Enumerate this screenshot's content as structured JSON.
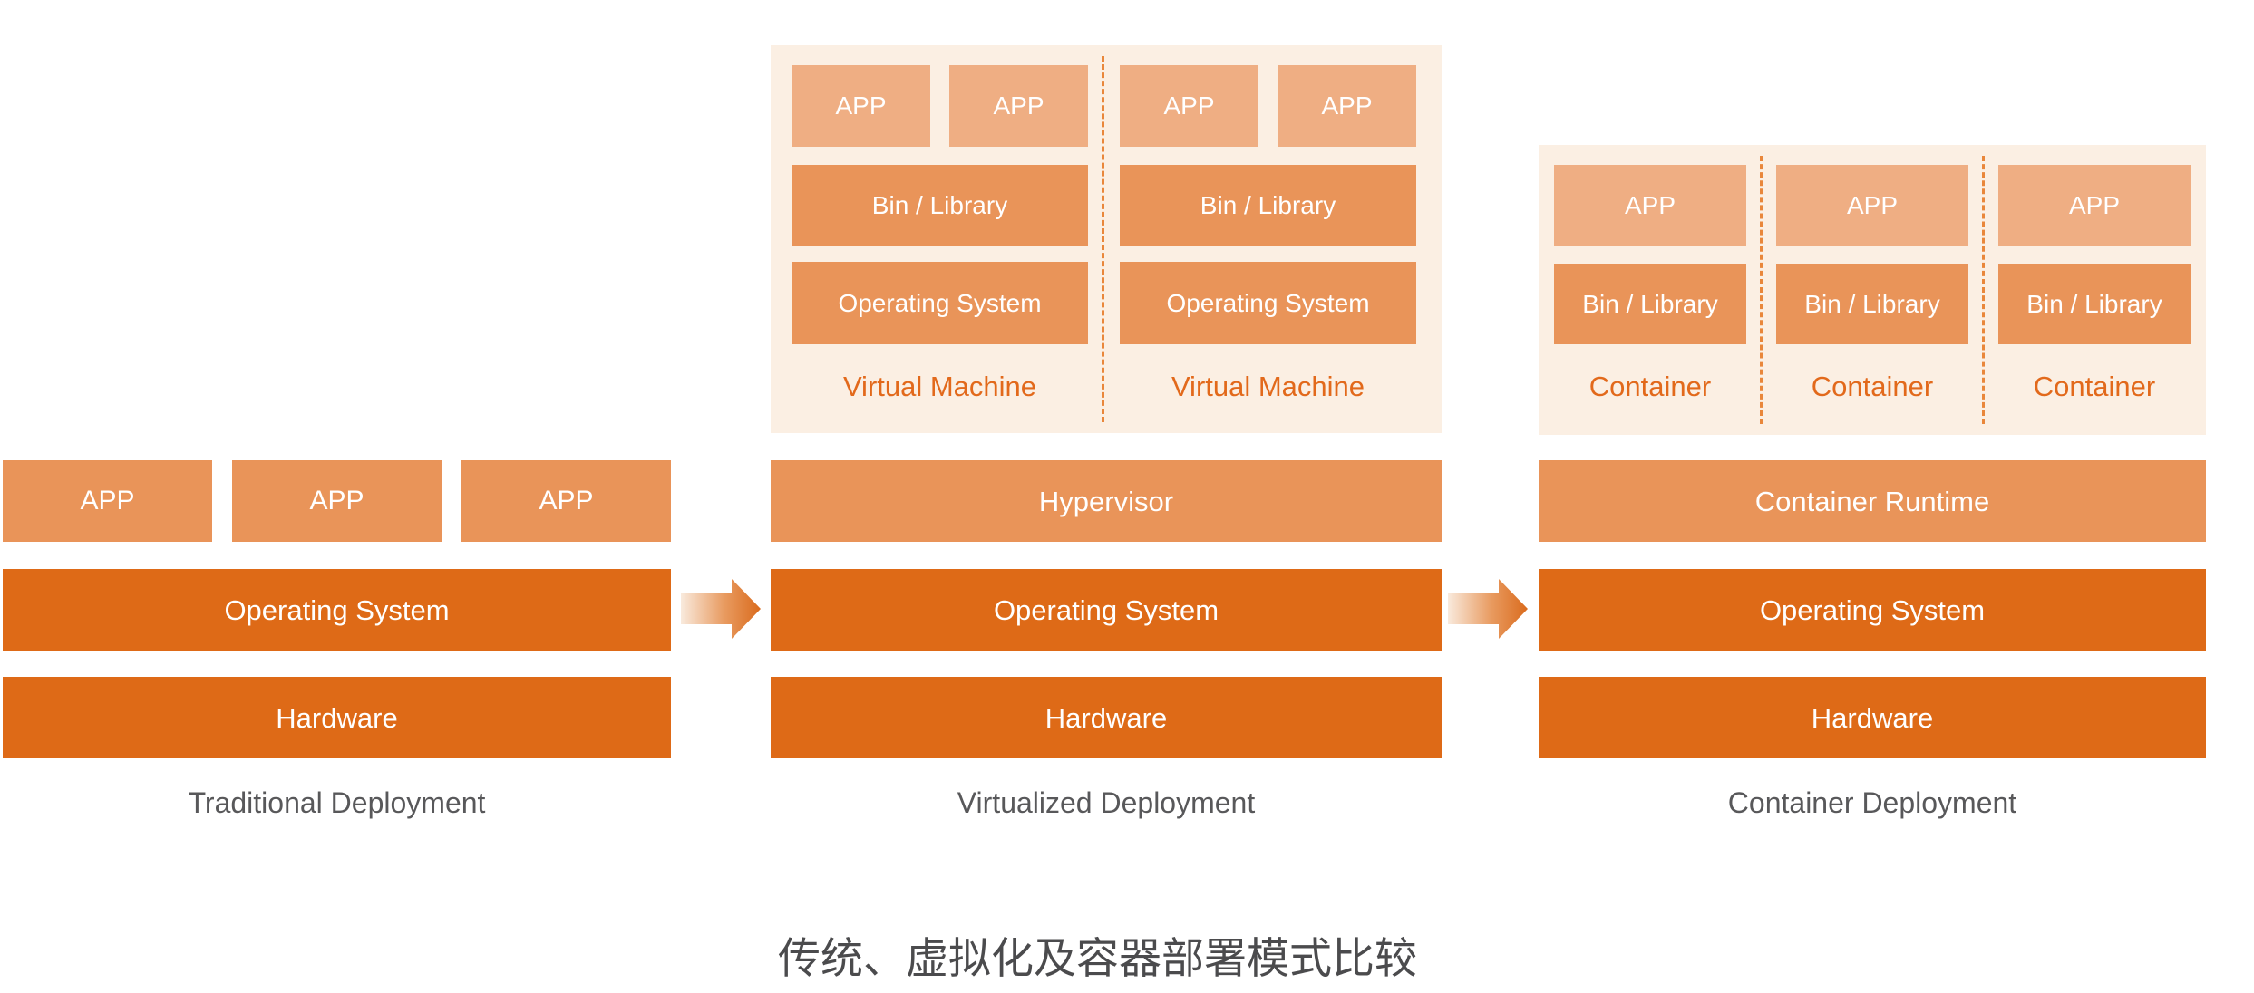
{
  "caption": "传统、虚拟化及容器部署模式比较",
  "colors": {
    "dark": "#DE6A17",
    "medium": "#E99459",
    "light": "#EFAE83",
    "panel": "#FBEFE3",
    "divider": "#E9873B",
    "orange-text": "#E2691B",
    "gray-text": "#58585A",
    "caption": "#4B4B4D"
  },
  "columns": {
    "traditional": {
      "label": "Traditional Deployment",
      "apps": [
        "APP",
        "APP",
        "APP"
      ],
      "os": "Operating System",
      "hardware": "Hardware"
    },
    "virtualized": {
      "label": "Virtualized Deployment",
      "hypervisor": "Hypervisor",
      "os": "Operating System",
      "hardware": "Hardware",
      "vms": [
        {
          "label": "Virtual Machine",
          "apps": [
            "APP",
            "APP"
          ],
          "bin": "Bin / Library",
          "os": "Operating System"
        },
        {
          "label": "Virtual Machine",
          "apps": [
            "APP",
            "APP"
          ],
          "bin": "Bin / Library",
          "os": "Operating System"
        }
      ]
    },
    "container": {
      "label": "Container Deployment",
      "runtime": "Container Runtime",
      "os": "Operating System",
      "hardware": "Hardware",
      "containers": [
        {
          "label": "Container",
          "app": "APP",
          "bin": "Bin / Library"
        },
        {
          "label": "Container",
          "app": "APP",
          "bin": "Bin / Library"
        },
        {
          "label": "Container",
          "app": "APP",
          "bin": "Bin / Library"
        }
      ]
    }
  }
}
